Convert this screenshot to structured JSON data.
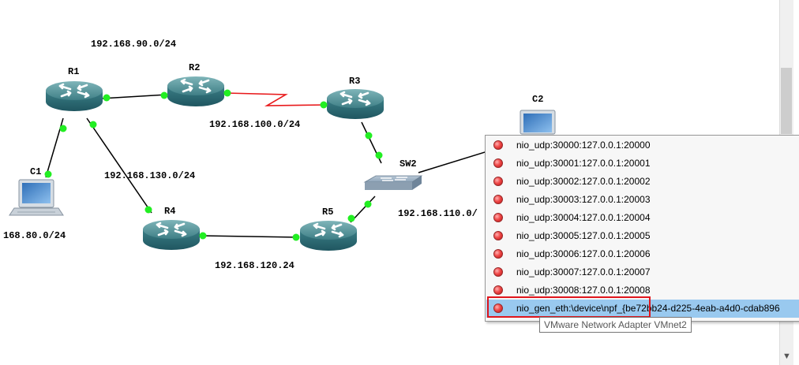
{
  "topology": {
    "nodes": [
      {
        "id": "R1",
        "label": "R1",
        "type": "router"
      },
      {
        "id": "R2",
        "label": "R2",
        "type": "router"
      },
      {
        "id": "R3",
        "label": "R3",
        "type": "router"
      },
      {
        "id": "R4",
        "label": "R4",
        "type": "router"
      },
      {
        "id": "R5",
        "label": "R5",
        "type": "router"
      },
      {
        "id": "SW2",
        "label": "SW2",
        "type": "switch"
      },
      {
        "id": "C1",
        "label": "C1",
        "type": "host"
      },
      {
        "id": "C2",
        "label": "C2",
        "type": "host"
      }
    ],
    "networks": {
      "r1_r2": "192.168.90.0/24",
      "r2_r3": "192.168.100.0/24",
      "r1_r4": "192.168.130.0/24",
      "r4_r5": "192.168.120.24",
      "sw2_c2": "192.168.110.0/",
      "c1": "168.80.0/24"
    },
    "colors": {
      "link": "#000000",
      "serial_link": "#e8191b",
      "port_up": "#22ee22"
    }
  },
  "context_menu": {
    "items": [
      {
        "label": "nio_udp:30000:127.0.0.1:20000",
        "icon": "red-dot-icon"
      },
      {
        "label": "nio_udp:30001:127.0.0.1:20001",
        "icon": "red-dot-icon"
      },
      {
        "label": "nio_udp:30002:127.0.0.1:20002",
        "icon": "red-dot-icon"
      },
      {
        "label": "nio_udp:30003:127.0.0.1:20003",
        "icon": "red-dot-icon"
      },
      {
        "label": "nio_udp:30004:127.0.0.1:20004",
        "icon": "red-dot-icon"
      },
      {
        "label": "nio_udp:30005:127.0.0.1:20005",
        "icon": "red-dot-icon"
      },
      {
        "label": "nio_udp:30006:127.0.0.1:20006",
        "icon": "red-dot-icon"
      },
      {
        "label": "nio_udp:30007:127.0.0.1:20007",
        "icon": "red-dot-icon"
      },
      {
        "label": "nio_udp:30008:127.0.0.1:20008",
        "icon": "red-dot-icon"
      },
      {
        "label": "nio_gen_eth:\\device\\npf_{be72bb24-d225-4eab-a4d0-cdab896",
        "icon": "red-dot-icon",
        "selected": true
      }
    ],
    "colors": {
      "highlight": "#99c9ef",
      "highlight_box": "#e0161c"
    }
  },
  "tooltip": {
    "text": "VMware Network Adapter VMnet2"
  }
}
